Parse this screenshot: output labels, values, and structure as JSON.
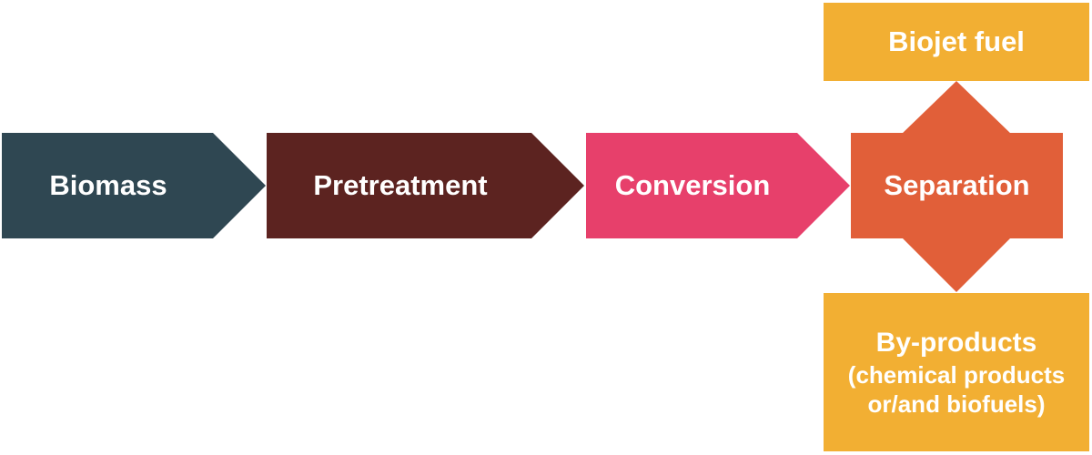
{
  "colors": {
    "biomass": "#2f4752",
    "pretreatment": "#5c2320",
    "conversion": "#e7406b",
    "separation": "#e15f39",
    "outputs": "#f2af33",
    "text": "#ffffff"
  },
  "steps": [
    {
      "label": "Biomass"
    },
    {
      "label": "Pretreatment"
    },
    {
      "label": "Conversion"
    },
    {
      "label": "Separation"
    }
  ],
  "outputs": {
    "top": {
      "label": "Biojet fuel"
    },
    "bottom": {
      "title": "By-products",
      "detail_line1": "(chemical products",
      "detail_line2": "or/and biofuels)"
    }
  }
}
